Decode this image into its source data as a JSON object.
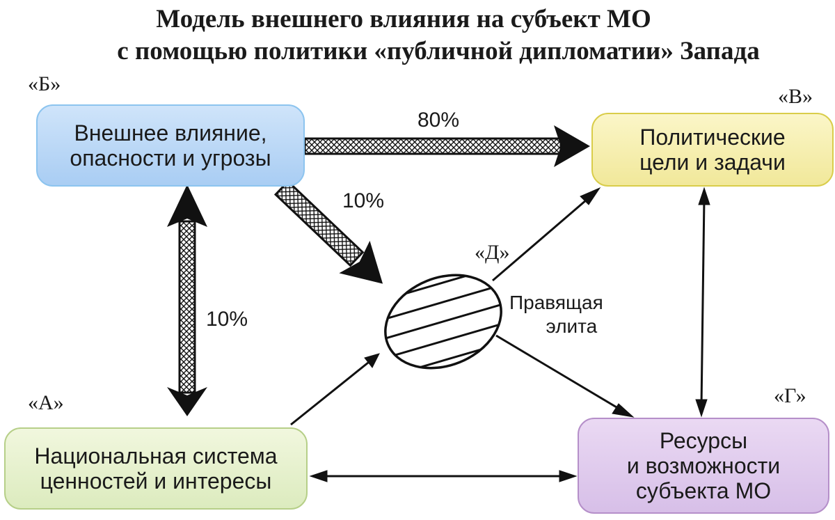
{
  "title": {
    "line1": "Модель внешнего влияния на субъект МО",
    "line2": "с помощью политики «публичной дипломатии» Запада"
  },
  "nodes": {
    "b": {
      "tag": "«Б»",
      "line1": "Внешнее влияние,",
      "line2": "опасности и угрозы",
      "color": "#bcd9f7"
    },
    "v": {
      "tag": "«В»",
      "line1": "Политические",
      "line2": "цели и задачи",
      "color": "#f6efb0"
    },
    "a": {
      "tag": "«А»",
      "line1": "Национальная система",
      "line2": "ценностей и интересы",
      "color": "#e6f1cc"
    },
    "g": {
      "tag": "«Г»",
      "line1": "Ресурсы",
      "line2": "и возможности",
      "line3": "субъекта МО",
      "color": "#e0ccee"
    },
    "d": {
      "tag": "«Д»",
      "line1": "Правящая",
      "line2": "элита"
    }
  },
  "edges": {
    "b_v": "80%",
    "b_d": "10%",
    "b_a": "10%"
  }
}
